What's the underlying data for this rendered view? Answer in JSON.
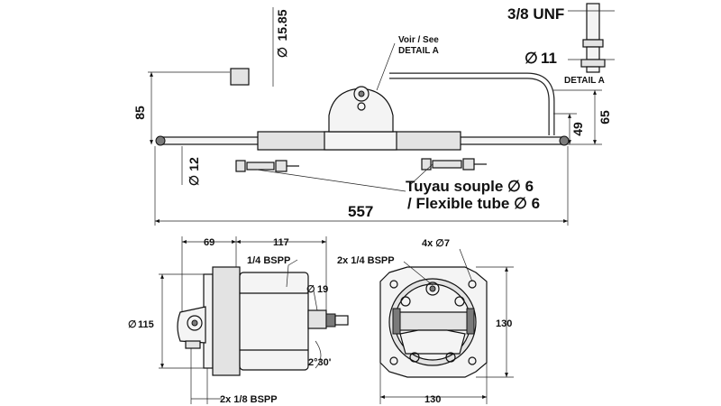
{
  "top_view": {
    "dim_total_length": "557",
    "dim_height_85": "85",
    "dim_height_65": "65",
    "dim_height_49": "49",
    "dim_tube_diameter": "15.85",
    "dim_tube_12": "12",
    "dim_11": "11",
    "detail_note_line1": "Voir / See",
    "detail_note_line2": "DETAIL A",
    "tube_label_line1": "Tuyau souple",
    "tube_label_line1_value": "6",
    "tube_label_line2": "/ Flexible tube",
    "tube_label_line2_value": "6"
  },
  "detail_a": {
    "thread": "3/8 UNF",
    "label": "DETAIL A"
  },
  "side_view": {
    "dim_69": "69",
    "dim_117": "117",
    "dim_115": "115",
    "dim_19": "19",
    "port_top": "1/4 BSPP",
    "port_bottom": "2x 1/8 BSPP",
    "angle": "2",
    "angle_minutes": "30'"
  },
  "front_view": {
    "ports": "2x 1/4 BSPP",
    "holes": "4x",
    "holes_value": "7",
    "dim_width": "130",
    "dim_height": "130"
  },
  "colors": {
    "line": "#111111",
    "fill_light": "#f4f4f4",
    "fill_mid": "#e3e3e3",
    "fill_dark": "#7a7a7a"
  }
}
